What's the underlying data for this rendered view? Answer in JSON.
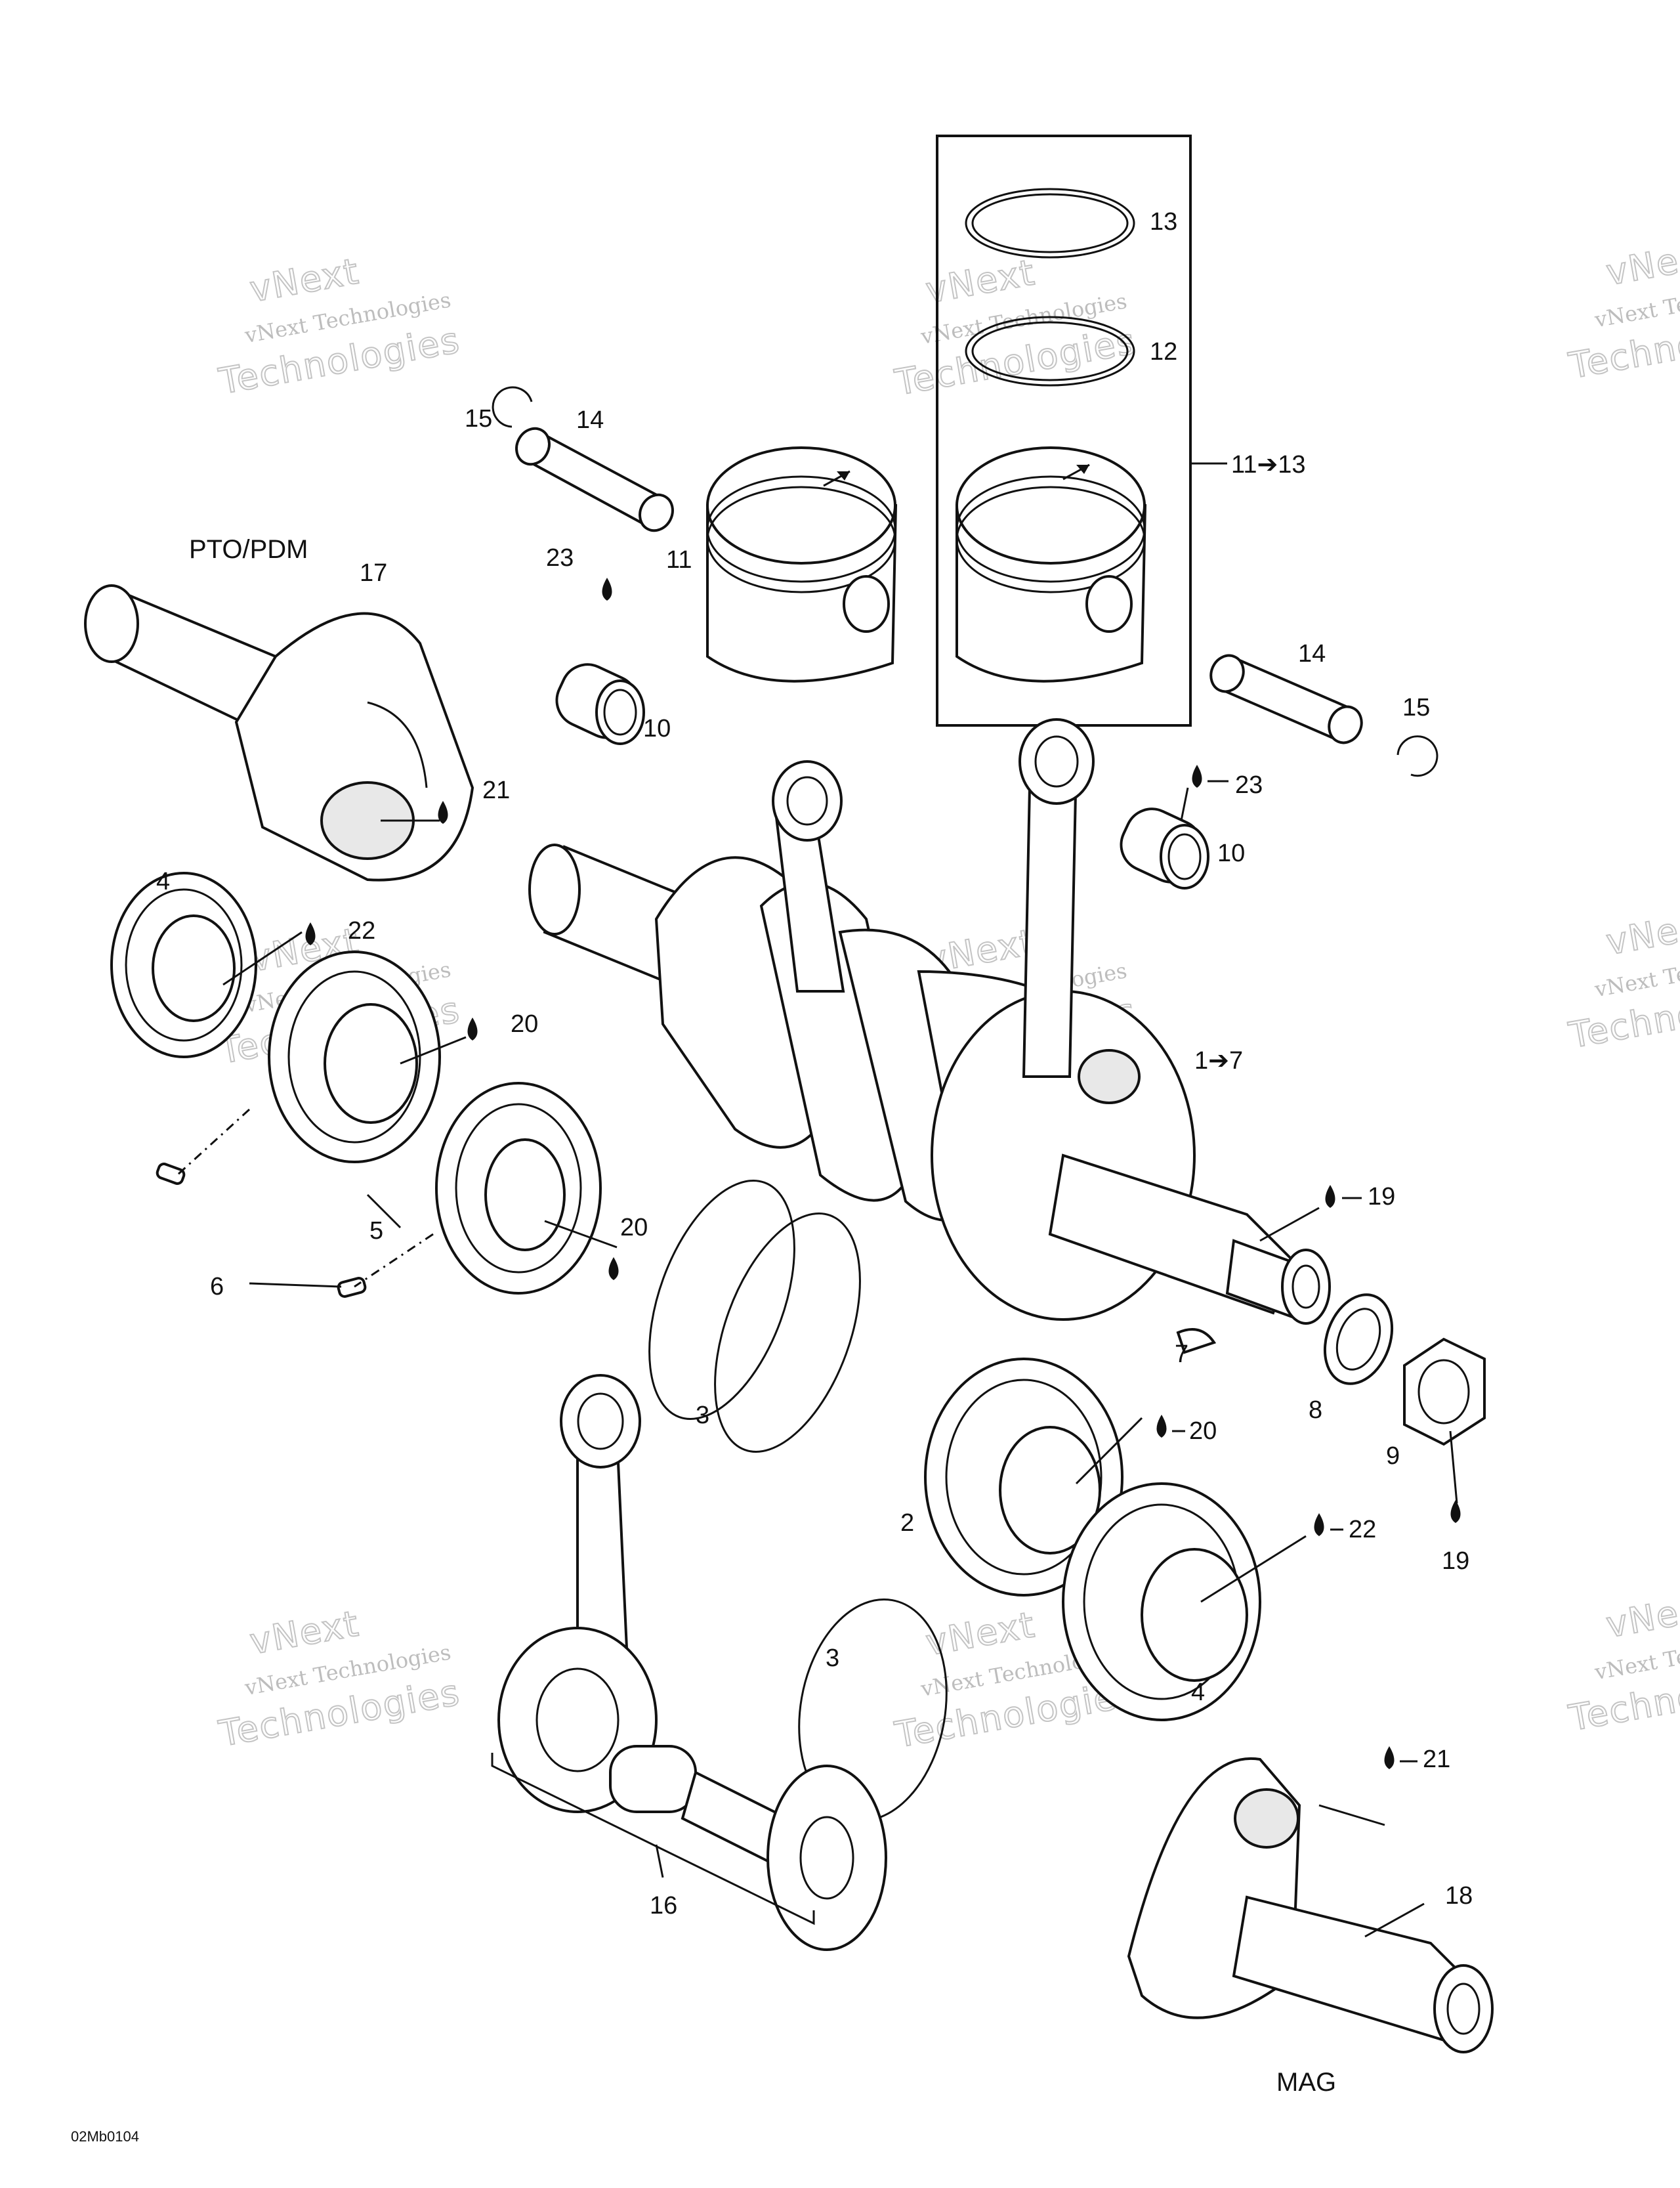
{
  "labels": {
    "pto": "PTO/PDM",
    "mag": "MAG",
    "code": "02Mb0104",
    "n1_7": "1➔7",
    "n2": "2",
    "n3a": "3",
    "n3b": "3",
    "n4a": "4",
    "n4b": "4",
    "n5": "5",
    "n6": "6",
    "n7": "7",
    "n8": "8",
    "n9": "9",
    "n10a": "10",
    "n10b": "10",
    "n11": "11",
    "n11_13": "11➔13",
    "n12": "12",
    "n13": "13",
    "n14a": "14",
    "n14b": "14",
    "n15a": "15",
    "n15b": "15",
    "n16": "16",
    "n17": "17",
    "n18": "18",
    "n19a": "19",
    "n19b": "19",
    "n20a": "20",
    "n20b": "20",
    "n20c": "20",
    "n21a": "21",
    "n21b": "21",
    "n22a": "22",
    "n22b": "22",
    "n23a": "23",
    "n23b": "23"
  },
  "watermark": {
    "small": "vNext Technologies",
    "small_partial": "vNext Te",
    "large_top": "vNext",
    "large_bottom": "Technologies",
    "large_top_partial": "vNe",
    "large_bottom_partial": "Techno"
  },
  "icons": [
    "lubricant-drop-icon",
    "arrow-icon"
  ]
}
